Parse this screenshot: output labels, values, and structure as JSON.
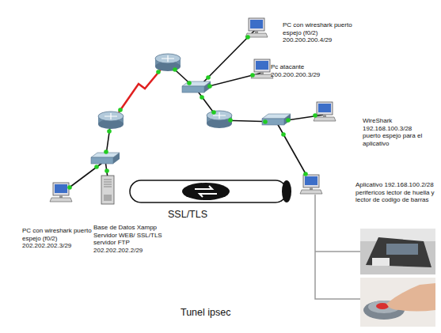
{
  "diagram": {
    "nodes": [
      {
        "text": [
          "PC con wireshark puerto espejo (f0/2) 200.200.200.4/29"
        ]
      },
      {
        "text": [
          "Pc atacante 200.200.200.3/29"
        ]
      },
      {
        "text": [
          "WireShark 192.168.100.3/28 puerto espejo para el aplicativo"
        ]
      },
      {
        "text": [
          "Aplicativo 192.168.100.2/28 perifericos lector de huella y lector de codigo de barras"
        ]
      },
      {
        "text": [
          "SSL/TLS"
        ]
      },
      {
        "text": [
          "PC con wireshark puerto espejo (f0/2) 202.202.202.3/29"
        ]
      },
      {
        "text": [
          "Base de Datos Xampp Servidor WEB/ SSL/TLS servidor FTP 202.202.202.2/29"
        ]
      }
    ],
    "labels": [
      "Tunel ipsec"
    ]
  }
}
